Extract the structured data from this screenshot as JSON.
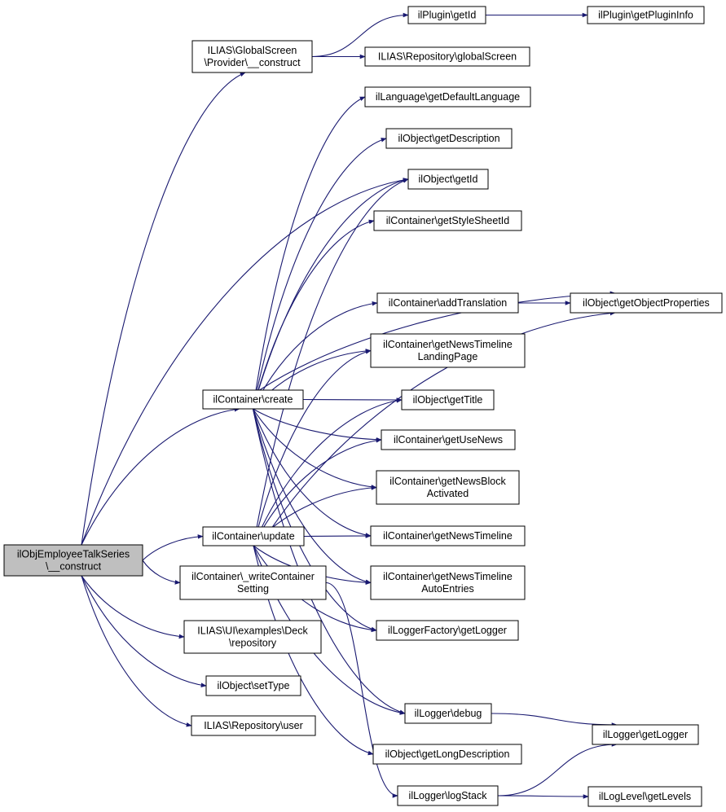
{
  "graph": {
    "edge_color": "#191970",
    "node_border": "#000000",
    "node_fill": "#ffffff",
    "root_fill": "#bfbfbf",
    "nodes": [
      {
        "id": "root",
        "lines": [
          "ilObjEmployeeTalkSeries",
          "\\__construct"
        ],
        "root": true
      },
      {
        "id": "gs_provider",
        "lines": [
          "ILIAS\\GlobalScreen",
          "\\Provider\\__construct"
        ]
      },
      {
        "id": "plugin_getid",
        "lines": [
          "ilPlugin\\getId"
        ]
      },
      {
        "id": "plugin_info",
        "lines": [
          "ilPlugin\\getPluginInfo"
        ]
      },
      {
        "id": "repo_globalscreen",
        "lines": [
          "ILIAS\\Repository\\globalScreen"
        ]
      },
      {
        "id": "lang_default",
        "lines": [
          "ilLanguage\\getDefaultLanguage"
        ]
      },
      {
        "id": "obj_desc",
        "lines": [
          "ilObject\\getDescription"
        ]
      },
      {
        "id": "obj_getid",
        "lines": [
          "ilObject\\getId"
        ]
      },
      {
        "id": "cont_stylesheet",
        "lines": [
          "ilContainer\\getStyleSheetId"
        ]
      },
      {
        "id": "obj_props",
        "lines": [
          "ilObject\\getObjectProperties"
        ]
      },
      {
        "id": "cont_addtrans",
        "lines": [
          "ilContainer\\addTranslation"
        ]
      },
      {
        "id": "cont_landing",
        "lines": [
          "ilContainer\\getNewsTimeline",
          "LandingPage"
        ]
      },
      {
        "id": "cont_create",
        "lines": [
          "ilContainer\\create"
        ]
      },
      {
        "id": "obj_title",
        "lines": [
          "ilObject\\getTitle"
        ]
      },
      {
        "id": "cont_usenews",
        "lines": [
          "ilContainer\\getUseNews"
        ]
      },
      {
        "id": "cont_newsblock",
        "lines": [
          "ilContainer\\getNewsBlock",
          "Activated"
        ]
      },
      {
        "id": "cont_update",
        "lines": [
          "ilContainer\\update"
        ]
      },
      {
        "id": "cont_timeline",
        "lines": [
          "ilContainer\\getNewsTimeline"
        ]
      },
      {
        "id": "cont_write",
        "lines": [
          "ilContainer\\_writeContainer",
          "Setting"
        ]
      },
      {
        "id": "cont_autoentries",
        "lines": [
          "ilContainer\\getNewsTimeline",
          "AutoEntries"
        ]
      },
      {
        "id": "deck_repo",
        "lines": [
          "ILIAS\\UI\\examples\\Deck",
          "\\repository"
        ]
      },
      {
        "id": "logfac_getlogger",
        "lines": [
          "ilLoggerFactory\\getLogger"
        ]
      },
      {
        "id": "obj_settype",
        "lines": [
          "ilObject\\setType"
        ]
      },
      {
        "id": "logger_debug",
        "lines": [
          "ilLogger\\debug"
        ]
      },
      {
        "id": "repo_user",
        "lines": [
          "ILIAS\\Repository\\user"
        ]
      },
      {
        "id": "logger_getlogger",
        "lines": [
          "ilLogger\\getLogger"
        ]
      },
      {
        "id": "obj_longdesc",
        "lines": [
          "ilObject\\getLongDescription"
        ]
      },
      {
        "id": "logger_logstack",
        "lines": [
          "ilLogger\\logStack"
        ]
      },
      {
        "id": "loglevel_levels",
        "lines": [
          "ilLogLevel\\getLevels"
        ]
      }
    ],
    "edges": [
      [
        "root",
        "gs_provider"
      ],
      [
        "root",
        "cont_create"
      ],
      [
        "root",
        "cont_update"
      ],
      [
        "root",
        "cont_write"
      ],
      [
        "root",
        "deck_repo"
      ],
      [
        "root",
        "obj_settype"
      ],
      [
        "root",
        "repo_user"
      ],
      [
        "root",
        "obj_getid"
      ],
      [
        "gs_provider",
        "plugin_getid"
      ],
      [
        "gs_provider",
        "repo_globalscreen"
      ],
      [
        "plugin_getid",
        "plugin_info"
      ],
      [
        "cont_create",
        "lang_default"
      ],
      [
        "cont_create",
        "obj_desc"
      ],
      [
        "cont_create",
        "obj_getid"
      ],
      [
        "cont_create",
        "cont_stylesheet"
      ],
      [
        "cont_create",
        "obj_props"
      ],
      [
        "cont_create",
        "cont_addtrans"
      ],
      [
        "cont_create",
        "cont_landing"
      ],
      [
        "cont_create",
        "obj_title"
      ],
      [
        "cont_create",
        "cont_usenews"
      ],
      [
        "cont_create",
        "cont_newsblock"
      ],
      [
        "cont_create",
        "cont_timeline"
      ],
      [
        "cont_create",
        "cont_autoentries"
      ],
      [
        "cont_create",
        "logfac_getlogger"
      ],
      [
        "cont_create",
        "logger_debug"
      ],
      [
        "cont_update",
        "obj_getid"
      ],
      [
        "cont_update",
        "cont_landing"
      ],
      [
        "cont_update",
        "obj_title"
      ],
      [
        "cont_update",
        "cont_usenews"
      ],
      [
        "cont_update",
        "cont_newsblock"
      ],
      [
        "cont_update",
        "cont_timeline"
      ],
      [
        "cont_update",
        "cont_autoentries"
      ],
      [
        "cont_update",
        "logfac_getlogger"
      ],
      [
        "cont_update",
        "logger_debug"
      ],
      [
        "cont_update",
        "obj_longdesc"
      ],
      [
        "cont_update",
        "obj_props"
      ],
      [
        "cont_write",
        "logger_logstack"
      ],
      [
        "cont_addtrans",
        "obj_props"
      ],
      [
        "logger_debug",
        "logger_getlogger"
      ],
      [
        "logger_logstack",
        "logger_getlogger"
      ],
      [
        "logger_logstack",
        "loglevel_levels"
      ]
    ]
  }
}
